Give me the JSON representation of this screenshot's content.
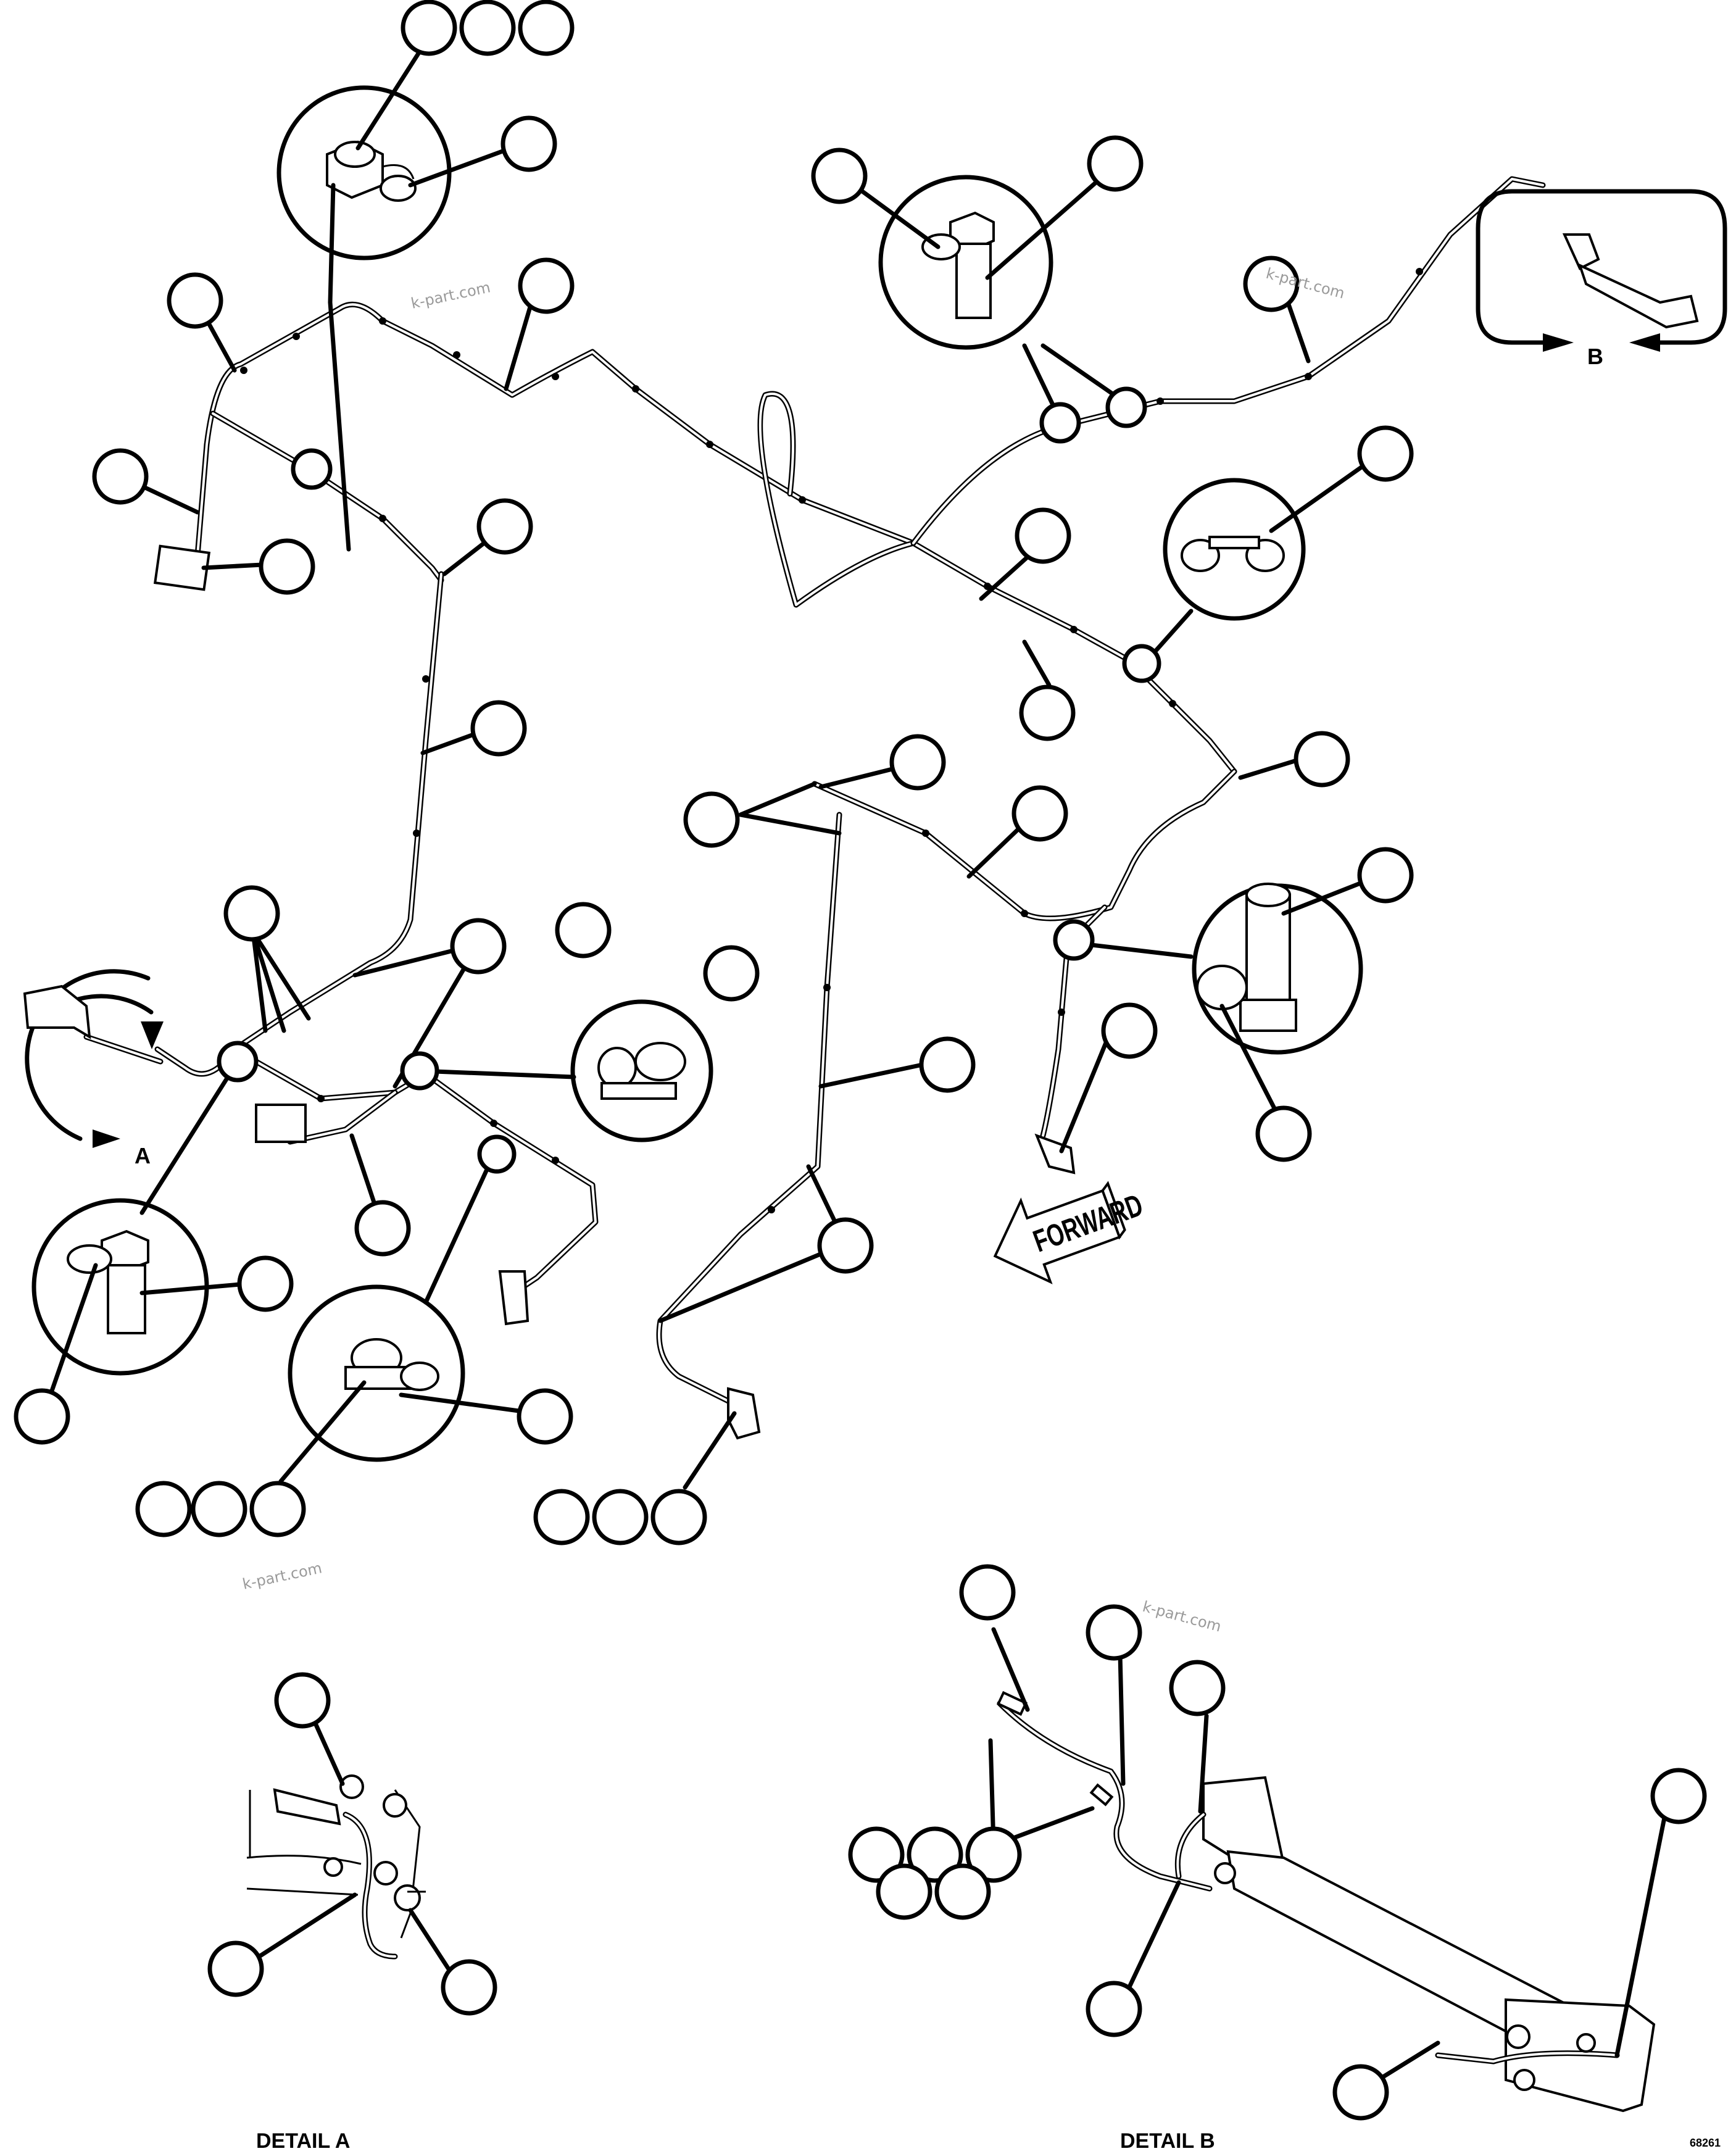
{
  "diagram": {
    "type": "wiring-harness-exploded-parts-diagram",
    "figure_code": "68261",
    "direction_indicator": {
      "label": "FORWARD",
      "icon": "forward-arrow-icon"
    },
    "view_markers": [
      {
        "id": "A",
        "label": "A"
      },
      {
        "id": "B",
        "label": "B"
      }
    ],
    "details": [
      {
        "id": "A",
        "caption": "DETAIL A"
      },
      {
        "id": "B",
        "caption": "DETAIL B"
      }
    ],
    "watermarks": [
      "k-part.com",
      "k-part.com",
      "k-part.com",
      "k-part.com"
    ],
    "callout_balloons": {
      "numbered": false,
      "note": "All callout balloons are empty (no reference numbers shown)",
      "count_main_view": 52,
      "count_detail_a": 3,
      "count_detail_b": 10
    },
    "inset_views": [
      {
        "name": "p-clamp-bolt-inset-top-left",
        "icon": "p-clamp-bolt-icon"
      },
      {
        "name": "bolt-clamp-inset-top-center",
        "icon": "bolt-clamp-icon"
      },
      {
        "name": "double-clamp-inset-right",
        "icon": "double-p-clamp-icon"
      },
      {
        "name": "spacer-clamp-inset-right",
        "icon": "spacer-clamp-icon"
      },
      {
        "name": "p-clamp-inset-center",
        "icon": "p-clamp-icon"
      },
      {
        "name": "bolt-clamp-inset-bottom-left",
        "icon": "bolt-clamp-icon"
      },
      {
        "name": "p-clamp-bolt-inset-bottom",
        "icon": "p-clamp-bolt-icon"
      }
    ]
  }
}
